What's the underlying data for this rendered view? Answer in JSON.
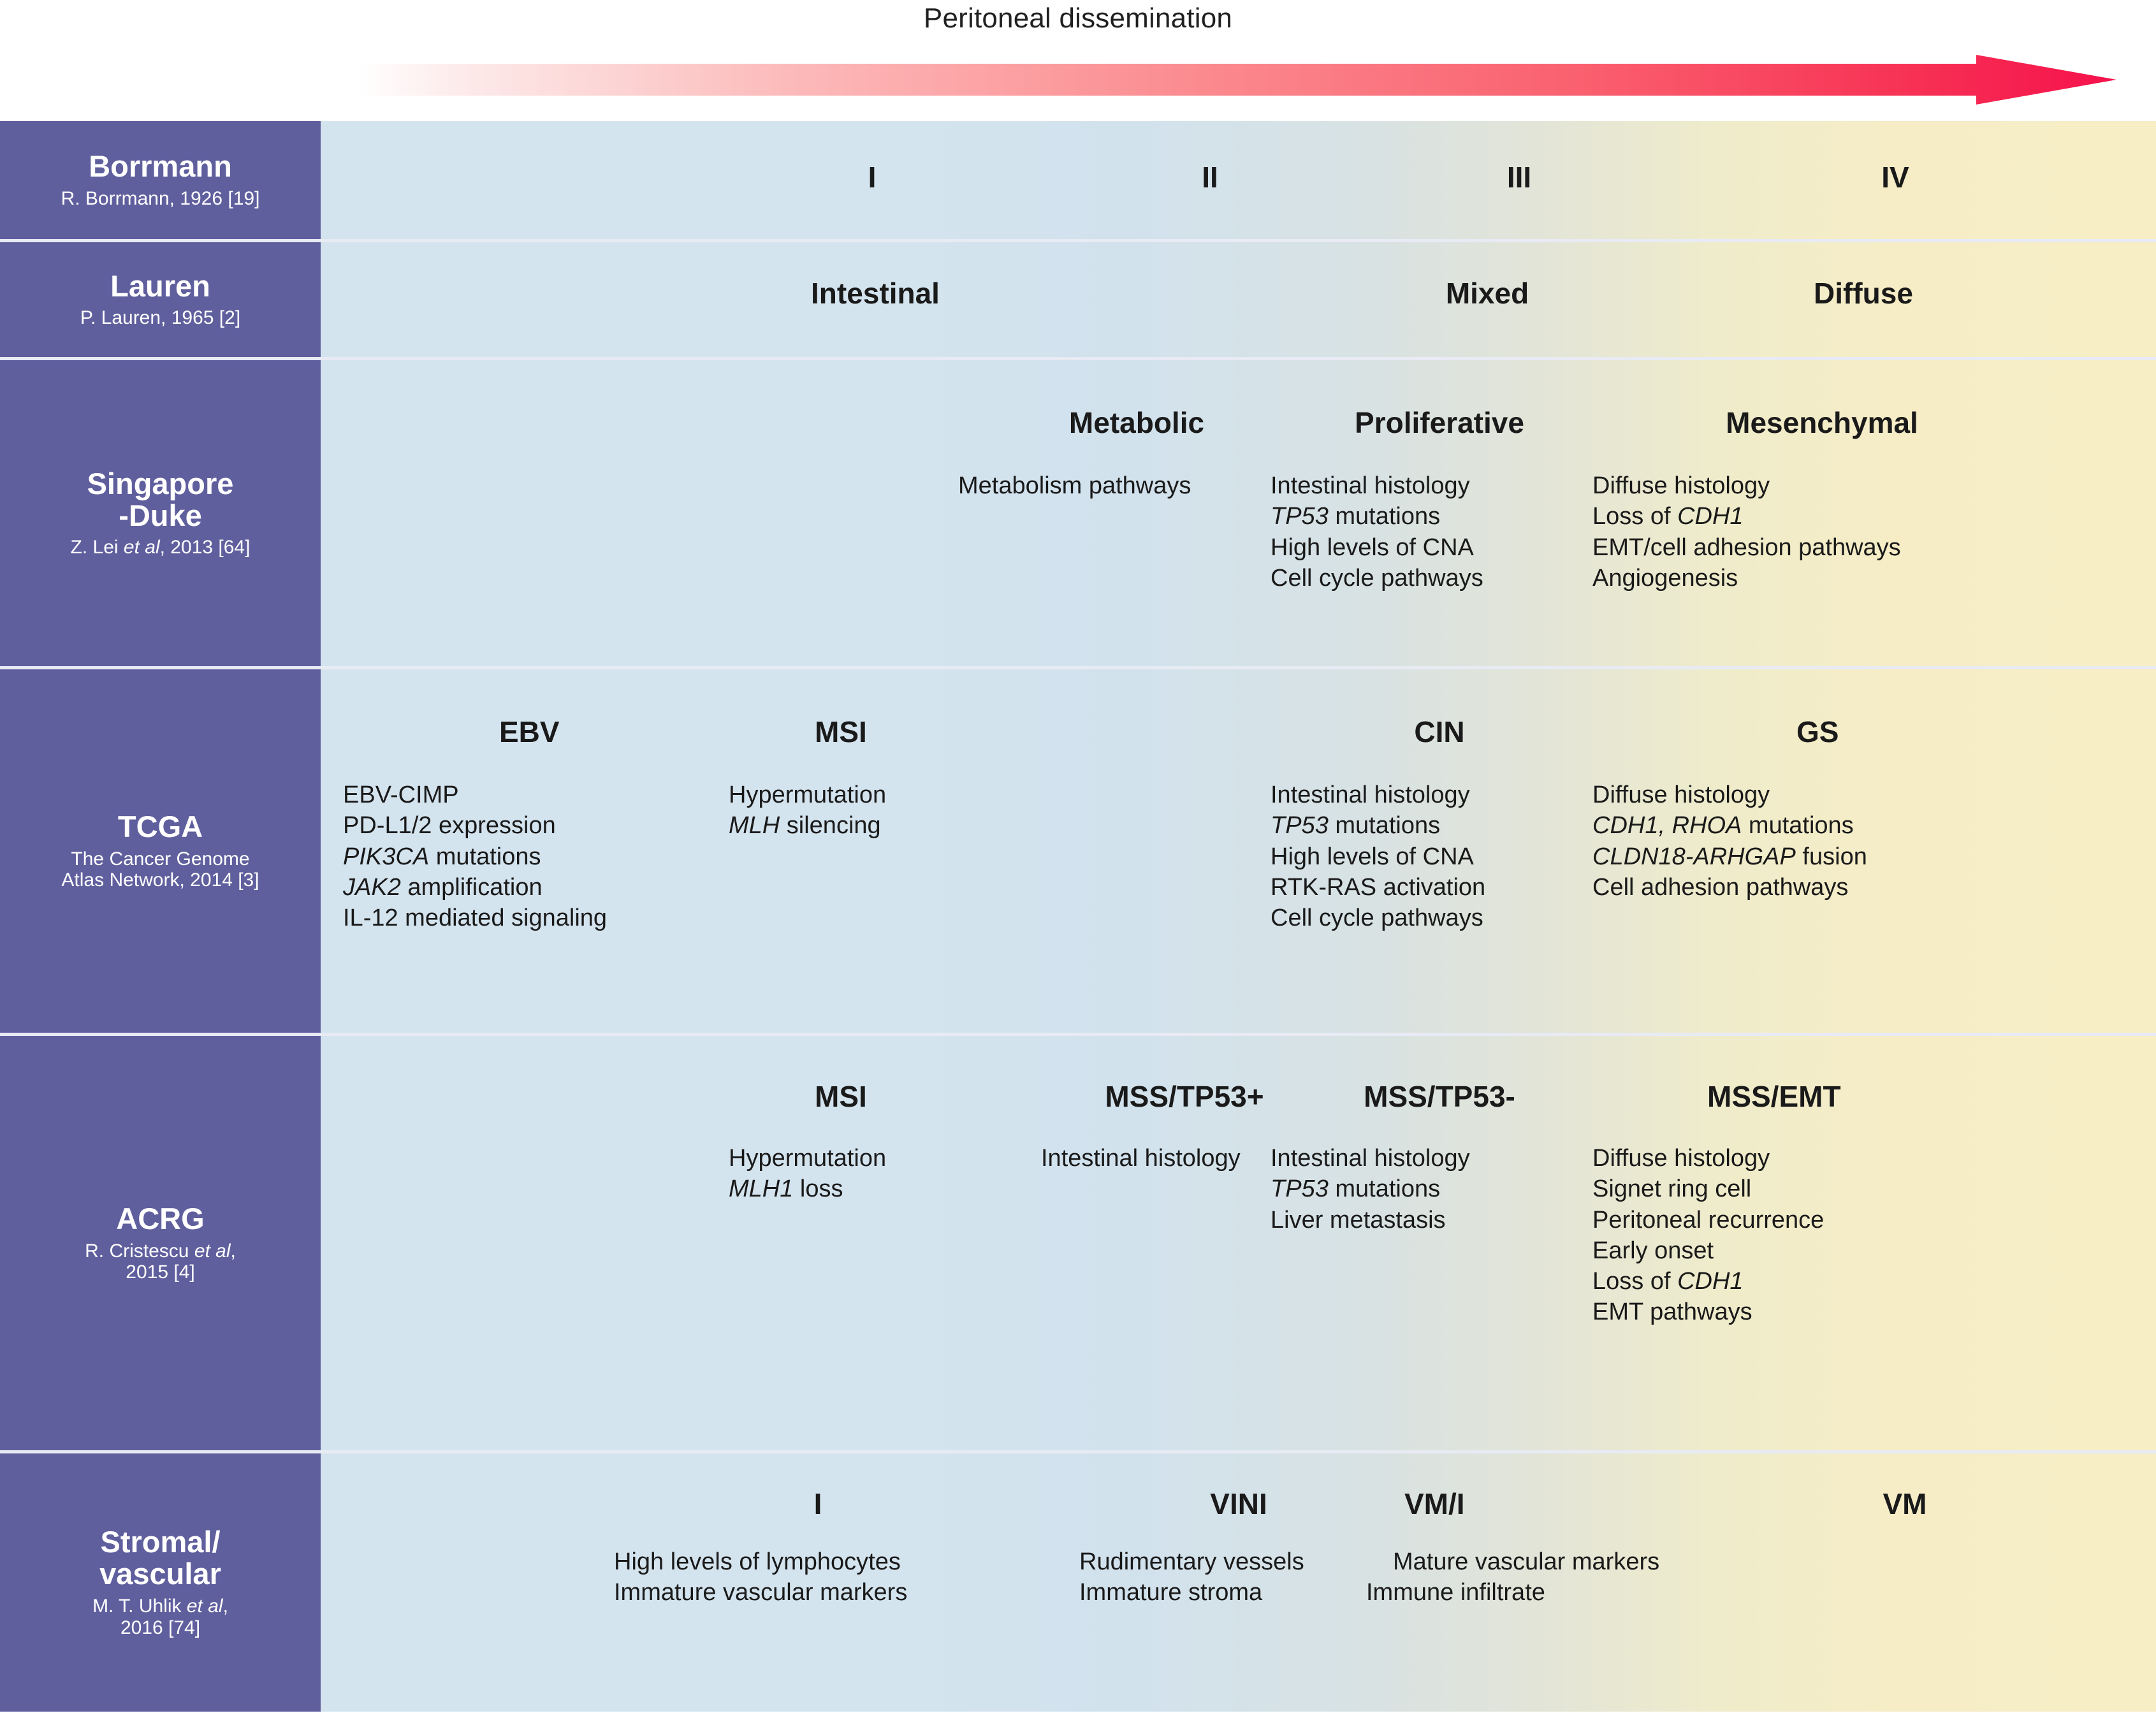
{
  "banner": {
    "title": "Peritoneal dissemination",
    "arrow_gradient_from": "#fdeeee",
    "arrow_gradient_to": "#f5194f",
    "arrow_icon": "right-arrow-icon"
  },
  "palette": {
    "rowhead_purple": "#605f9e",
    "body_blue": "#d4e4ef",
    "body_cream": "#f6edc6",
    "divider": "#e8eaf4"
  },
  "rows": [
    {
      "key": "borrmann",
      "title": "Borrmann",
      "subtitle": "R. Borrmann, 1926 [19]",
      "cells": [
        {
          "header": "I",
          "items": []
        },
        {
          "header": "II",
          "items": []
        },
        {
          "header": "III",
          "items": []
        },
        {
          "header": "IV",
          "items": []
        }
      ]
    },
    {
      "key": "lauren",
      "title": "Lauren",
      "subtitle": "P. Lauren, 1965 [2]",
      "cells": [
        {
          "header": "Intestinal",
          "items": []
        },
        {
          "header": "Mixed",
          "items": []
        },
        {
          "header": "Diffuse",
          "items": []
        }
      ]
    },
    {
      "key": "sgduke",
      "title": "Singapore",
      "title2": "-Duke",
      "subtitle_pre": "Z. Lei ",
      "subtitle_it": "et al",
      "subtitle_post": ", 2013 [64]",
      "cells": [
        {
          "header": "Metabolic",
          "items": [
            "Metabolism pathways"
          ]
        },
        {
          "header": "Proliferative",
          "items": [
            "Intestinal histology",
            "TP53 mutations",
            "High levels of CNA",
            "Cell cycle pathways"
          ],
          "italic_prefix": {
            "1": "TP53"
          }
        },
        {
          "header": "Mesenchymal",
          "items": [
            "Diffuse histology",
            "Loss of CDH1",
            "EMT/cell adhesion pathways",
            "Angiogenesis"
          ],
          "italic_suffix": {
            "1": "CDH1"
          }
        }
      ]
    },
    {
      "key": "tcga",
      "title": "TCGA",
      "subtitle": "The Cancer Genome",
      "subtitle2": "Atlas Network, 2014 [3]",
      "cells": [
        {
          "header": "EBV",
          "items": [
            "EBV-CIMP",
            "PD-L1/2 expression",
            "PIK3CA mutations",
            "JAK2 amplification",
            "IL-12 mediated signaling"
          ]
        },
        {
          "header": "MSI",
          "items": [
            "Hypermutation",
            "MLH silencing"
          ]
        },
        {
          "header": "CIN",
          "items": [
            "Intestinal histology",
            "TP53 mutations",
            "High levels of CNA",
            "RTK-RAS activation",
            "Cell cycle pathways"
          ]
        },
        {
          "header": "GS",
          "items": [
            "Diffuse histology",
            "CDH1, RHOA mutations",
            "CLDN18-ARHGAP fusion",
            "Cell adhesion pathways"
          ]
        }
      ]
    },
    {
      "key": "acrg",
      "title": "ACRG",
      "subtitle_pre": "R. Cristescu ",
      "subtitle_it": "et al",
      "subtitle_post": ",",
      "subtitle2": "2015 [4]",
      "cells": [
        {
          "header": "MSI",
          "items": [
            "Hypermutation",
            "MLH1 loss"
          ]
        },
        {
          "header": "MSS/TP53+",
          "items": [
            "Intestinal histology"
          ]
        },
        {
          "header": "MSS/TP53-",
          "items": [
            "Intestinal histology",
            "TP53 mutations",
            "Liver metastasis"
          ]
        },
        {
          "header": "MSS/EMT",
          "items": [
            "Diffuse histology",
            "Signet ring cell",
            "Peritoneal recurrence",
            "Early onset",
            "Loss of CDH1",
            "EMT pathways"
          ]
        }
      ]
    },
    {
      "key": "stromal",
      "title": "Stromal/",
      "title2": "vascular",
      "subtitle_pre": "M. T. Uhlik ",
      "subtitle_it": "et al",
      "subtitle_post": ",",
      "subtitle2": "2016 [74]",
      "cells": [
        {
          "header": "I",
          "items": [
            "High levels of lymphocytes",
            "Immature vascular  markers"
          ]
        },
        {
          "header": "VINI",
          "items": [
            "Rudimentary vessels",
            "Immature stroma"
          ]
        },
        {
          "header": "VM/I",
          "items": [
            "Mature vascular markers",
            "Immune infiltrate"
          ]
        },
        {
          "header": "VM",
          "items": []
        }
      ]
    }
  ]
}
